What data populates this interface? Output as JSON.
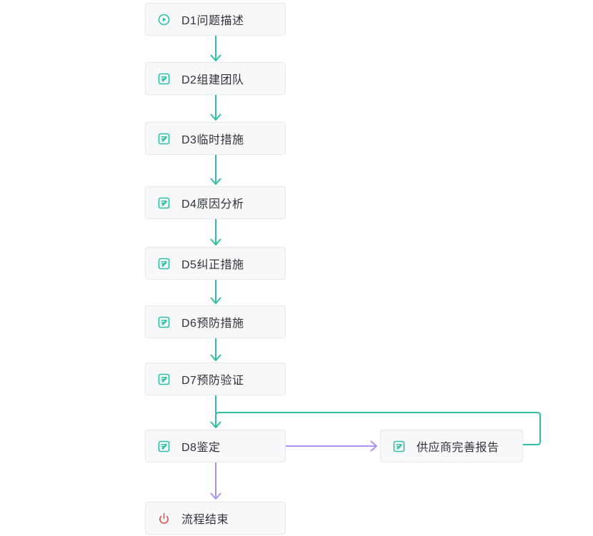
{
  "diagram": {
    "type": "flowchart",
    "description": "8D workflow: vertical chain D1-D8 ending in process end, with supplier report branch and feedback loop into D8"
  },
  "colors": {
    "teal": "#30bfa5",
    "purple": "#ab92f0",
    "red": "#e15554",
    "node_bg": "#f7f8fa",
    "node_border": "#e6e8ee",
    "text": "#2f3338"
  },
  "nodes": [
    {
      "id": "d1",
      "label": "D1问题描述",
      "icon": "play-circle-icon",
      "icon_color": "#30bfa5"
    },
    {
      "id": "d2",
      "label": "D2组建团队",
      "icon": "form-icon",
      "icon_color": "#30bfa5"
    },
    {
      "id": "d3",
      "label": "D3临时措施",
      "icon": "form-icon",
      "icon_color": "#30bfa5"
    },
    {
      "id": "d4",
      "label": "D4原因分析",
      "icon": "form-icon",
      "icon_color": "#30bfa5"
    },
    {
      "id": "d5",
      "label": "D5纠正措施",
      "icon": "form-icon",
      "icon_color": "#30bfa5"
    },
    {
      "id": "d6",
      "label": "D6预防措施",
      "icon": "form-icon",
      "icon_color": "#30bfa5"
    },
    {
      "id": "d7",
      "label": "D7预防验证",
      "icon": "form-icon",
      "icon_color": "#30bfa5"
    },
    {
      "id": "d8",
      "label": "D8鉴定",
      "icon": "form-icon",
      "icon_color": "#30bfa5"
    },
    {
      "id": "supplier_report",
      "label": "供应商完善报告",
      "icon": "form-icon",
      "icon_color": "#30bfa5"
    },
    {
      "id": "end",
      "label": "流程结束",
      "icon": "power-icon",
      "icon_color": "#e15554"
    }
  ],
  "edges": [
    {
      "from": "d1",
      "to": "d2",
      "color": "#30bfa5"
    },
    {
      "from": "d2",
      "to": "d3",
      "color": "#30bfa5"
    },
    {
      "from": "d3",
      "to": "d4",
      "color": "#30bfa5"
    },
    {
      "from": "d4",
      "to": "d5",
      "color": "#30bfa5"
    },
    {
      "from": "d5",
      "to": "d6",
      "color": "#30bfa5"
    },
    {
      "from": "d6",
      "to": "d7",
      "color": "#30bfa5"
    },
    {
      "from": "d7",
      "to": "d8",
      "color": "#30bfa5"
    },
    {
      "from": "supplier_report",
      "to": "d8",
      "color": "#30bfa5",
      "style": "feedback-loop"
    },
    {
      "from": "d8",
      "to": "supplier_report",
      "color": "#ab92f0"
    },
    {
      "from": "d8",
      "to": "end",
      "color": "#ab92f0"
    }
  ]
}
